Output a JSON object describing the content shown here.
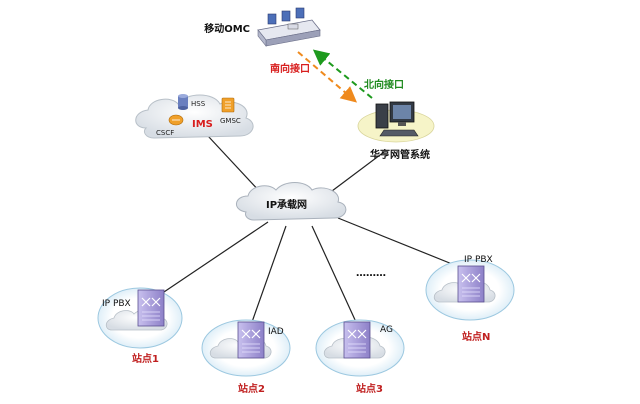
{
  "labels": {
    "omc": "移动OMC",
    "south_interface": "南向接口",
    "north_interface": "北向接口",
    "nms": "华亨网管系统",
    "ims": "IMS",
    "hss": "HSS",
    "gmsc": "GMSC",
    "cscf": "CSCF",
    "ip_network": "IP承载网",
    "ellipsis": "………",
    "site1_device": "IP PBX",
    "site1": "站点1",
    "site2_device": "IAD",
    "site2": "站点2",
    "site3_device": "AG",
    "site3": "站点3",
    "siteN_device": "IP PBX",
    "siteN": "站点N"
  },
  "colors": {
    "south_arrow": "#ef8a1e",
    "north_arrow": "#1e9a1e",
    "red_text": "#d81e1e",
    "device": "#a69ad6",
    "ring": "#9cc8e0"
  }
}
